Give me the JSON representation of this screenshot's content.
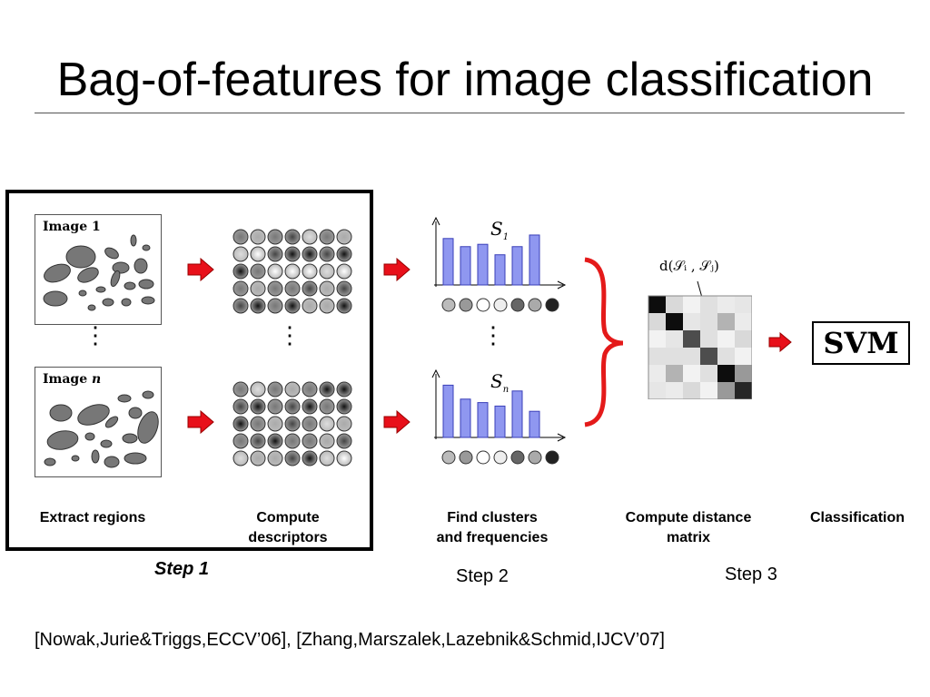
{
  "title": "Bag-of-features for image classification",
  "images": {
    "first_title": "Image 1",
    "last_title_prefix": "Image ",
    "last_title_var": "n"
  },
  "histograms": {
    "first_label": "S",
    "first_sub": "1",
    "last_label": "S",
    "last_sub": "n",
    "first_values": [
      0.8,
      0.66,
      0.7,
      0.52,
      0.66,
      0.86
    ],
    "last_values": [
      0.9,
      0.66,
      0.6,
      0.54,
      0.8,
      0.45
    ]
  },
  "distance_label": "d(S",
  "distance_label_full": "d(𝒮ᵢ , 𝒮ⱼ)",
  "svm_label": "SVM",
  "captions": {
    "extract": "Extract regions",
    "compute_desc_1": "Compute",
    "compute_desc_2": "descriptors",
    "clusters_1": "Find clusters",
    "clusters_2": "and frequencies",
    "distance_1": "Compute distance",
    "distance_2": "matrix",
    "classification": "Classification"
  },
  "steps": {
    "step1": "Step 1",
    "step2": "Step 2",
    "step3": "Step 3"
  },
  "citation": "[Nowak,Jurie&Triggs,ECCV’06],   [Zhang,Marszalek,Lazebnik&Schmid,IJCV’07]",
  "colors": {
    "arrow": "#e8101a",
    "brace": "#e41a1a",
    "bar": "#8f97f0",
    "bar_stroke": "#3a3fb8"
  }
}
